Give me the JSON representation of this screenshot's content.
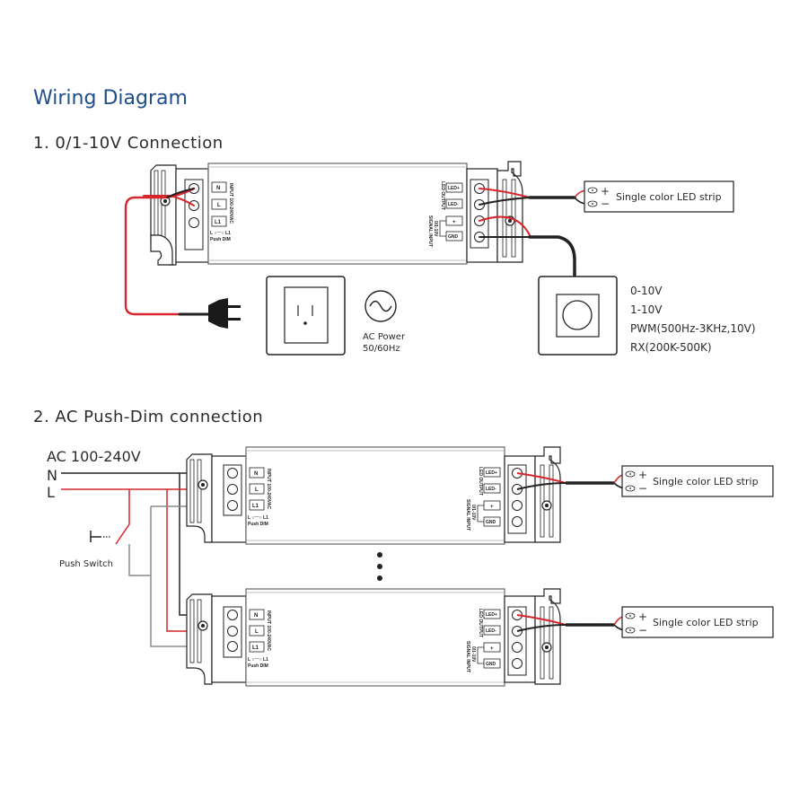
{
  "title": "Wiring Diagram",
  "section1": {
    "heading": "1. 0/1-10V Connection",
    "input_terminals": [
      "N",
      "L",
      "L1"
    ],
    "input_label": "INPUT 100-240VAC",
    "push_dim_symbol": "L ○⁻⁻○ L1",
    "push_dim_label": "Push DIM",
    "output_terminals": [
      "LED+",
      "LED-"
    ],
    "output_label": "LED OUTPUT",
    "signal_terminals": [
      "+",
      "GND"
    ],
    "signal_label": "SIGNAL INPUT",
    "signal_sub": "0/1-10V",
    "led_strip": {
      "plus": "+",
      "minus": "−",
      "label": "Single color LED strip"
    },
    "ac_power": {
      "line1": "AC Power",
      "line2": "50/60Hz"
    },
    "dimmer_options": [
      "0-10V",
      "1-10V",
      "PWM(500Hz-3KHz,10V)",
      "RX(200K-500K)"
    ]
  },
  "section2": {
    "heading": "2. AC Push-Dim connection",
    "ac_label": "AC 100-240V",
    "n_label": "N",
    "l_label": "L",
    "push_switch_label": "Push Switch",
    "input_terminals": [
      "N",
      "L",
      "L1"
    ],
    "input_label": "INPUT 100-240VAC",
    "push_dim_symbol": "L ○⁻⁻○ L1",
    "push_dim_label": "Push DIM",
    "output_terminals": [
      "LED+",
      "LED-"
    ],
    "output_label": "LED OUTPUT",
    "signal_terminals": [
      "+",
      "GND"
    ],
    "signal_label": "SIGNAL INPUT",
    "signal_sub": "0/1-10V",
    "led_strips": [
      {
        "plus": "+",
        "minus": "−",
        "label": "Single color LED strip"
      },
      {
        "plus": "+",
        "minus": "−",
        "label": "Single color LED strip"
      }
    ]
  },
  "colors": {
    "title": "#1f4e8a",
    "live_wire": "#d7262e",
    "neutral_wire": "#222222",
    "gray_wire": "#8a8a8a"
  }
}
